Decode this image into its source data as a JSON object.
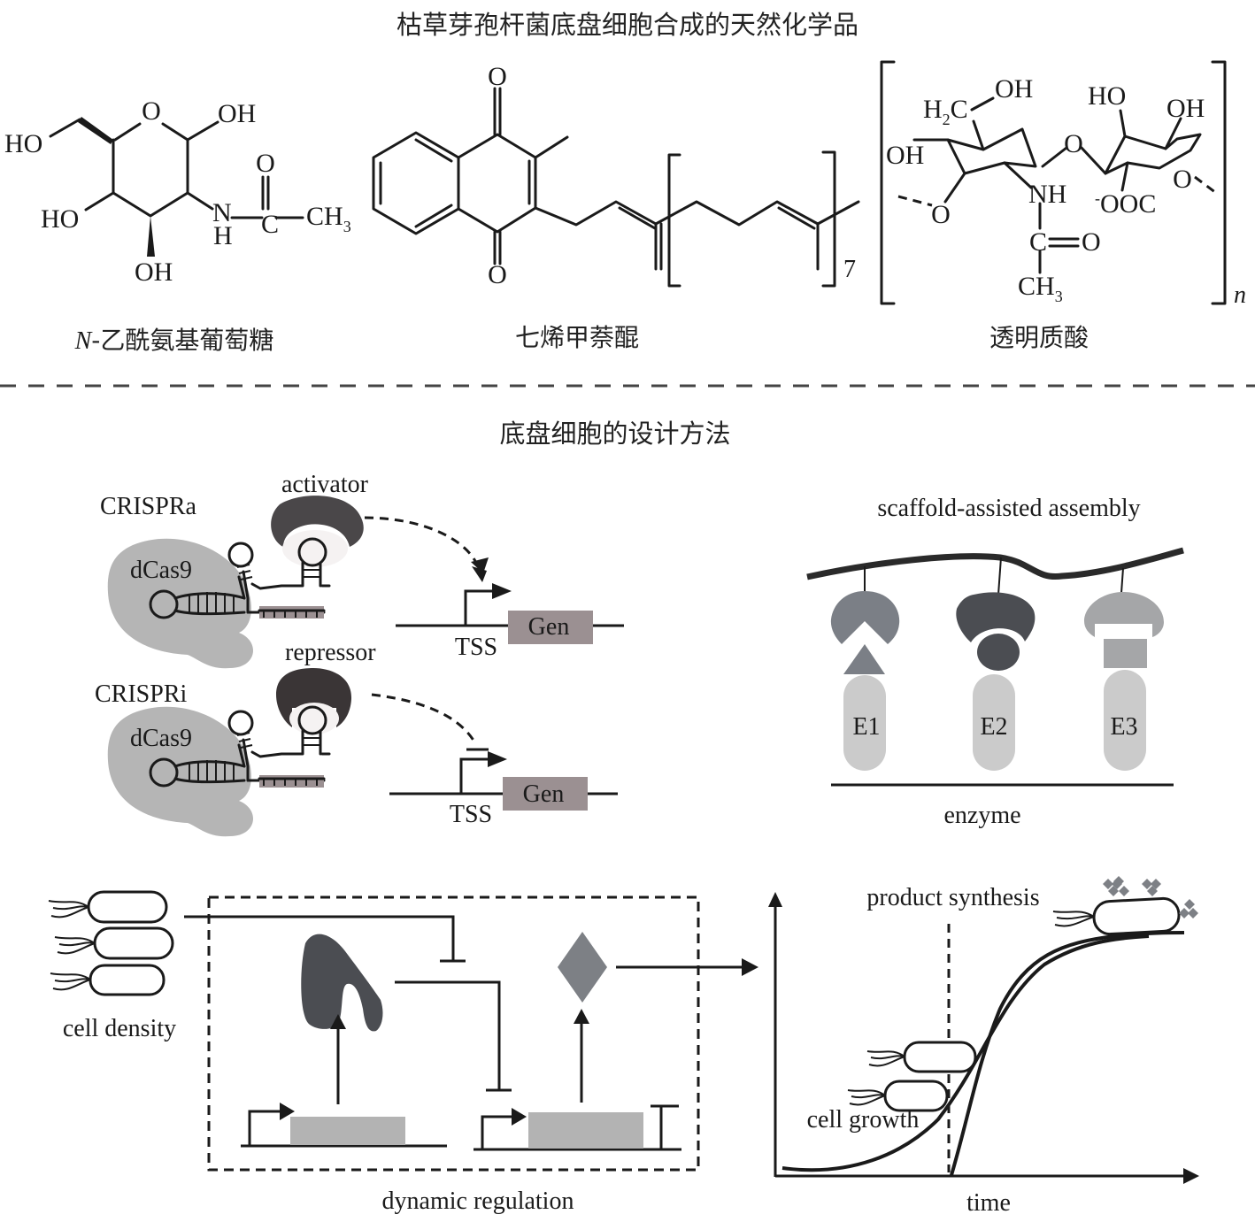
{
  "top_section": {
    "title": "枯草芽孢杆菌底盘细胞合成的天然化学品",
    "compounds": [
      {
        "name": "N-乙酰氨基葡萄糖",
        "name_italic_prefix": "N",
        "name_rest": "-乙酰氨基葡萄糖",
        "atoms": {
          "ring_o": "O",
          "oh_anomeric": "OH",
          "ho_ch2": "HO",
          "ho_c4": "HO",
          "oh_c3": "OH",
          "nh_n": "N",
          "nh_h": "H",
          "carbonyl_c": "C",
          "carbonyl_o": "O",
          "ch3": "CH",
          "ch3_sub": "3"
        }
      },
      {
        "name": "七烯甲萘醌",
        "atoms": {
          "o_top": "O",
          "o_bottom": "O",
          "repeat_count": "7"
        }
      },
      {
        "name": "透明质酸",
        "atoms": {
          "oh_top": "OH",
          "h2c": "H",
          "h2c_sub": "2",
          "h2c_c": "C",
          "ho_right": "HO",
          "oh_far_right": "OH",
          "oh_left": "OH",
          "bridge_o": "O",
          "nh": "NH",
          "ooc_sup": "-",
          "ooc": "OOC",
          "ring_o_right": "O",
          "link_o_left": "O",
          "c_eq": "C",
          "o_eq": "O",
          "ch3": "CH",
          "ch3_sub": "3",
          "repeat_n": "n"
        }
      }
    ]
  },
  "bottom_section": {
    "title": "底盘细胞的设计方法",
    "crispr": {
      "crispra_label": "CRISPRa",
      "crispri_label": "CRISPRi",
      "dcas9_label": "dCas9",
      "activator_label": "activator",
      "repressor_label": "repressor",
      "tss_label": "TSS",
      "gene_label": "Gen"
    },
    "scaffold": {
      "title": "scaffold-assisted assembly",
      "enzymes": [
        "E1",
        "E2",
        "E3"
      ],
      "baseline_label": "enzyme"
    },
    "dynamic_regulation": {
      "input_label": "cell density",
      "box_label": "dynamic regulation"
    },
    "growth_plot": {
      "curve_labels": [
        "product synthesis",
        "cell growth"
      ],
      "x_axis_label": "time"
    }
  },
  "colors": {
    "dcas9_gray": "#b5b5b5",
    "activator_dark": "#4a4749",
    "repressor_dark": "#3a3536",
    "gene_box": "#9b9092",
    "e1_head": "#7b7f86",
    "e2_head": "#4b4d52",
    "e3_head": "#a5a6a8",
    "enzyme_body": "#cbcbcb",
    "gene_block": "#b3b3b3",
    "product_diamond": "#7d8085"
  }
}
